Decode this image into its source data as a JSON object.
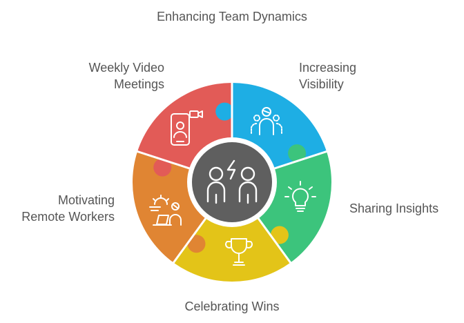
{
  "title": "Enhancing Team Dynamics",
  "segments": [
    {
      "id": "weekly-video-meetings",
      "lines": [
        "Weekly Video",
        "Meetings"
      ],
      "color": "#e25b57",
      "icon": "video-call-phone-icon"
    },
    {
      "id": "increasing-visibility",
      "lines": [
        "Increasing",
        "Visibility"
      ],
      "color": "#1eaee4",
      "icon": "team-people-icon"
    },
    {
      "id": "sharing-insights",
      "lines": [
        "Sharing Insights"
      ],
      "color": "#3cc47c",
      "icon": "lightbulb-icon"
    },
    {
      "id": "celebrating-wins",
      "lines": [
        "Celebrating Wins"
      ],
      "color": "#e3c418",
      "icon": "trophy-icon"
    },
    {
      "id": "motivating-remote-workers",
      "lines": [
        "Motivating",
        "Remote Workers"
      ],
      "color": "#e08533",
      "icon": "remote-worker-laptop-icon"
    }
  ],
  "center": {
    "color": "#5f5f5f",
    "icon": "two-people-lightning-icon"
  }
}
